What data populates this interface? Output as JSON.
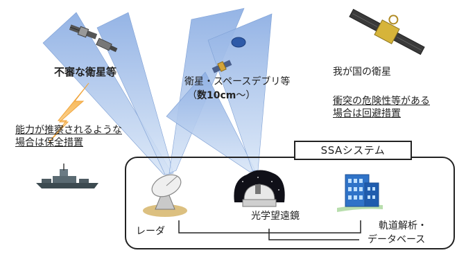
{
  "labels": {
    "suspicious_satellite": "不審な衛星等",
    "satellite_debris_line1": "衛星・スペースデブリ等",
    "satellite_debris_line2_open": "（",
    "satellite_debris_line2_bold": "数10cm",
    "satellite_debris_line2_close": "～）",
    "own_satellite": "我が国の衛星",
    "collision_line1": "衝突の危険性等がある",
    "collision_line2": "場合は回避措置",
    "estimate_line1": "能力が推察されるような",
    "estimate_line2": "場合は保全措置",
    "ssa_system": "SSAシステム",
    "radar": "レーダ",
    "telescope": "光学望遠鏡",
    "orbit_line1": "軌道解析・",
    "orbit_line2": "データベース"
  },
  "icons": {
    "satellites": [
      "satellite-icon",
      "debris-icon",
      "own-satellite-icon"
    ],
    "ground": [
      "ship-icon",
      "radar-dish-icon",
      "telescope-icon",
      "building-icon"
    ]
  },
  "colors": {
    "beam": "#a9c3ea",
    "beam_edge": "#6f92c9",
    "arrow": "#f6b24a",
    "box": "#222222"
  }
}
